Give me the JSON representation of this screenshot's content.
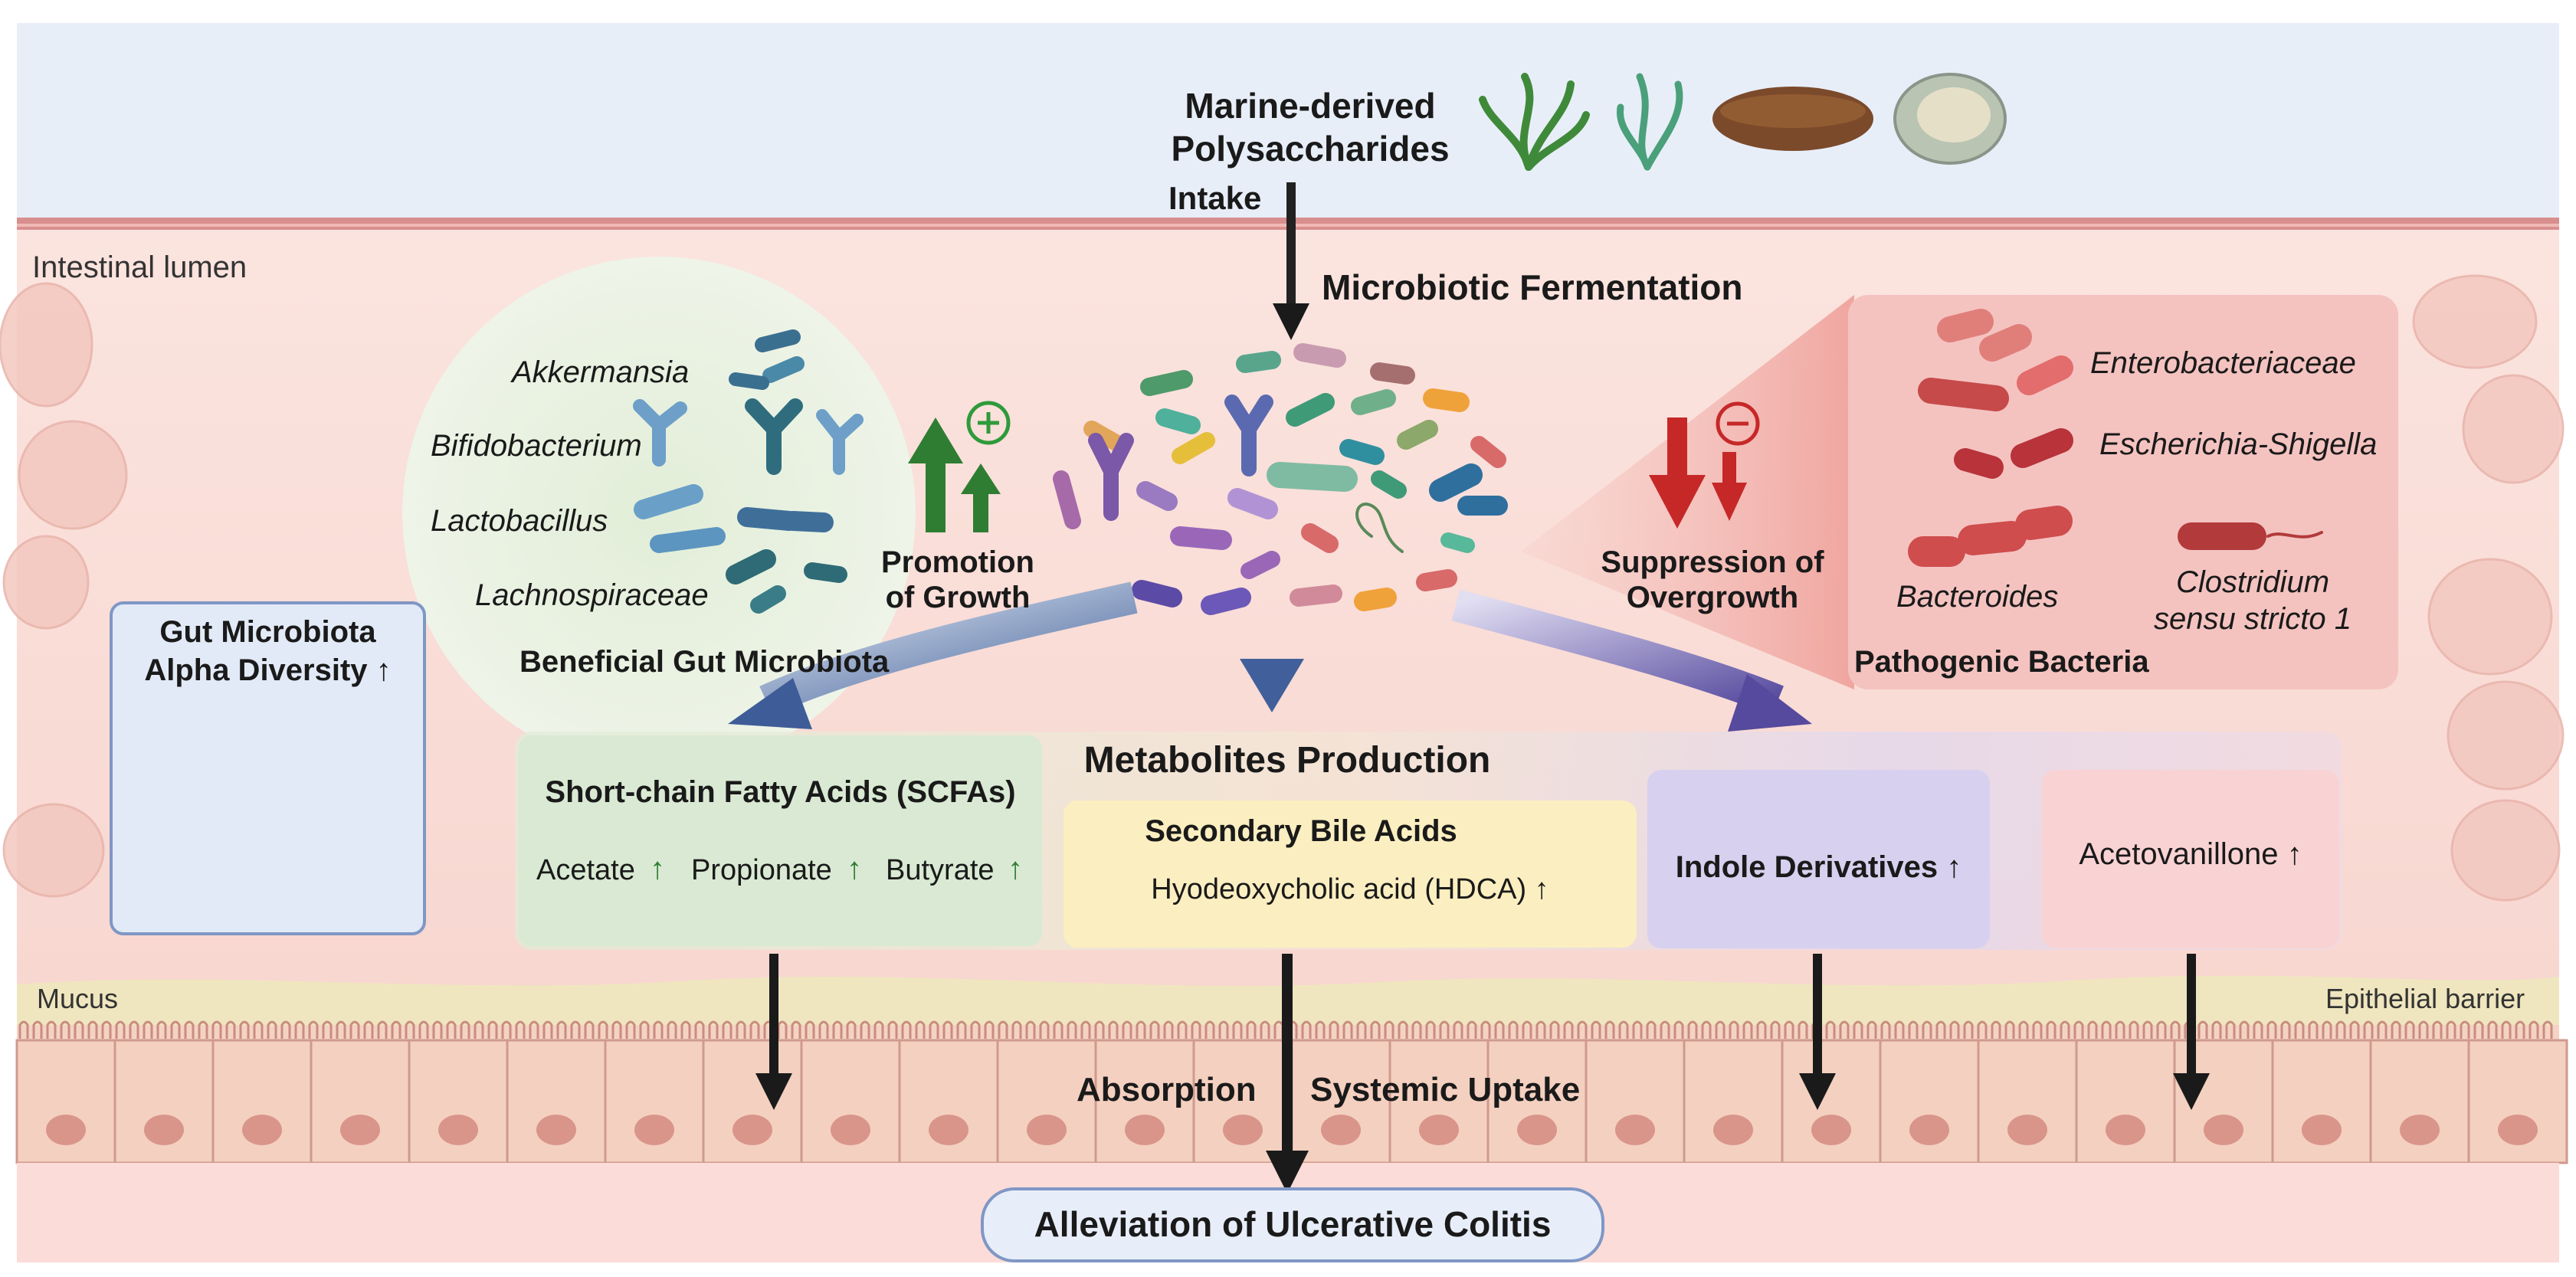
{
  "source": {
    "title": "Marine-derived Polysaccharides",
    "intake": "Intake",
    "icons": [
      "seaweed-icon",
      "green-algae-icon",
      "sea-cucumber-icon",
      "abalone-icon"
    ]
  },
  "zones": {
    "lumen": "Intestinal lumen",
    "mucus": "Mucus",
    "barrier": "Epithelial barrier"
  },
  "fermentation": "Microbiotic Fermentation",
  "beneficial": {
    "title": "Beneficial Gut Microbiota",
    "taxa": [
      "Akkermansia",
      "Bifidobacterium",
      "Lactobacillus",
      "Lachnospiraceae"
    ],
    "effect_line1": "Promotion",
    "effect_line2": "of Growth",
    "sign": "+"
  },
  "pathogenic": {
    "title": "Pathogenic Bacteria",
    "taxa": [
      "Enterobacteriaceae",
      "Escherichia-Shigella",
      "Bacteroides",
      "Clostridium",
      "sensu stricto 1"
    ],
    "effect_line1": "Suppression of",
    "effect_line2": "Overgrowth",
    "sign": "−"
  },
  "diversity": {
    "line1": "Gut Microbiota",
    "line2": "Alpha Diversity ↑"
  },
  "metabolites": {
    "title": "Metabolites Production",
    "scfa": {
      "title": "Short-chain Fatty Acids (SCFAs)",
      "items": [
        "Acetate",
        "Propionate",
        "Butyrate"
      ],
      "arrow": "↑"
    },
    "bile": {
      "title": "Secondary Bile Acids",
      "item": "Hyodeoxycholic acid (HDCA) ↑"
    },
    "indole": {
      "title": "Indole Derivatives ↑"
    },
    "aceto": {
      "title": "Acetovanillone ↑"
    }
  },
  "uptake": {
    "left": "Absorption",
    "right": "Systemic Uptake"
  },
  "outcome": "Alleviation of Ulcerative Colitis",
  "colors": {
    "sky": "#e7eef8",
    "lumen": "#fbe1dc",
    "beneficial_bg": "#e4efdc",
    "pathogenic_bg": "#f6c7c4",
    "scfa_bg": "#dcebd6",
    "bile_bg": "#fbeec0",
    "indole_bg": "#d9d2ef",
    "aceto_bg": "#f9d3d4",
    "arrow_green": "#2f7d32",
    "arrow_red": "#c0392b",
    "diversity_border": "#7f97c5",
    "outcome_border": "#7f97c5"
  }
}
